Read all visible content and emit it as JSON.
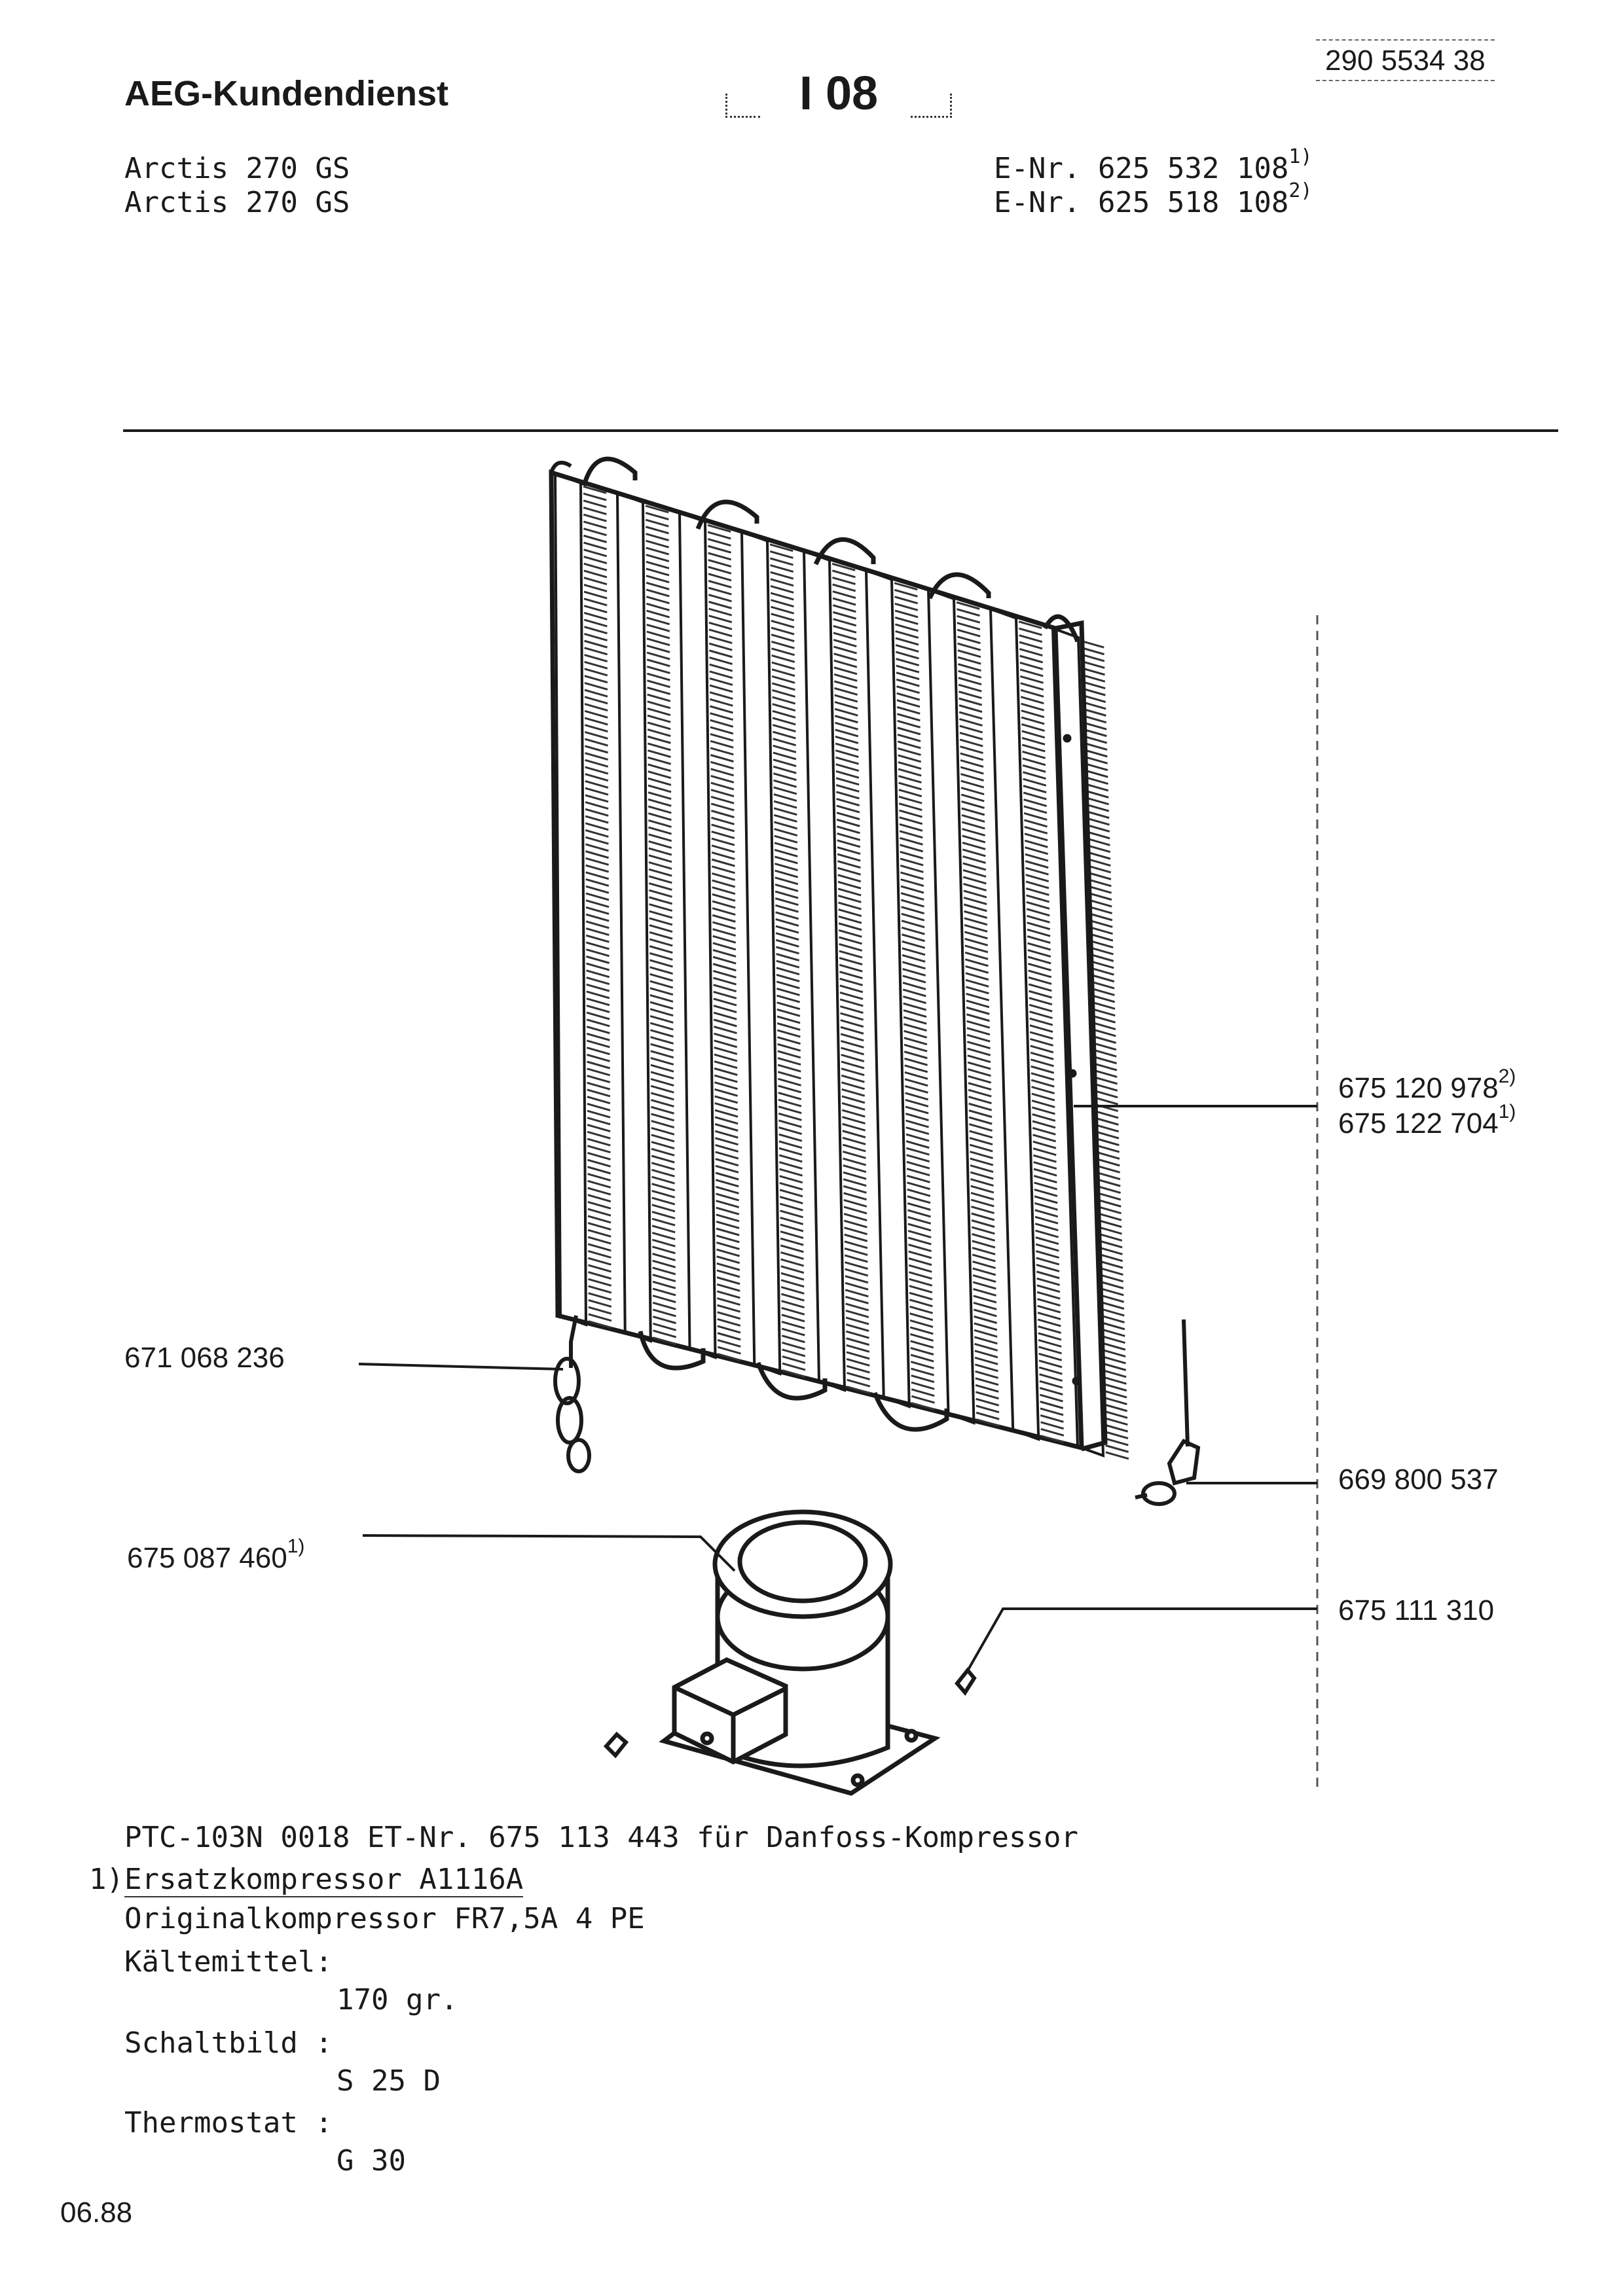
{
  "header": {
    "brand": "AEG-Kundendienst",
    "section_code": "I 08",
    "document_number": "290 5534 38"
  },
  "models": [
    {
      "name": "Arctis 270 GS",
      "enr": "E-Nr. 625 532 108",
      "ref": "1)"
    },
    {
      "name": "Arctis 270 GS",
      "enr": "E-Nr. 625 518 108",
      "ref": "2)"
    }
  ],
  "parts": {
    "condenser_a": {
      "number": "675 120 978",
      "ref": "2)"
    },
    "condenser_b": {
      "number": "675 122 704",
      "ref": "1)"
    },
    "drier_filter": {
      "number": "671 068 236"
    },
    "compressor": {
      "number": "675 087 460",
      "ref": "1)"
    },
    "relay_plug": {
      "number": "669 800 537"
    },
    "mounting_clip": {
      "number": "675 111 310"
    }
  },
  "notes": {
    "ptc_line": "PTC-103N 0018 ET-Nr. 675 113 443 für Danfoss-Kompressor",
    "footnote_marker": "1)",
    "replacement": "Ersatzkompressor A1116A",
    "original": "Originalkompressor FR7,5A 4 PE",
    "refrigerant_label": "Kältemittel:",
    "refrigerant_value": "170 gr.",
    "wiring_label": "Schaltbild :",
    "wiring_value": "S 25 D",
    "thermostat_label": "Thermostat :",
    "thermostat_value": "G 30"
  },
  "footer": {
    "date": "06.88"
  },
  "icons": [
    "condenser-coil-icon",
    "drier-filter-icon",
    "compressor-icon",
    "relay-plug-icon",
    "mounting-clip-icon"
  ]
}
